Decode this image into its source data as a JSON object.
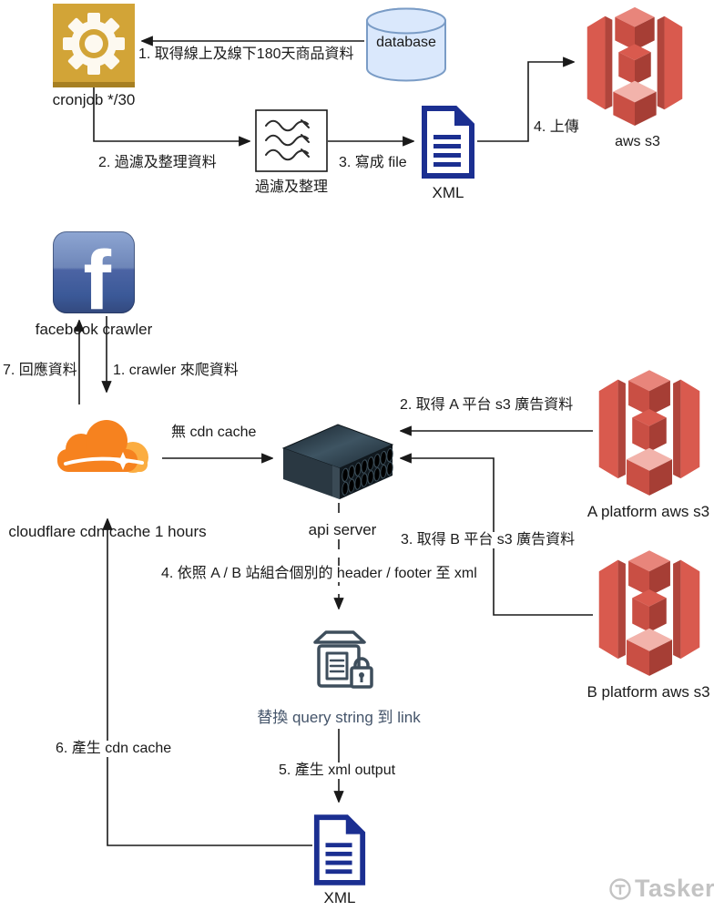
{
  "diagram_type": "flow-diagram",
  "nodes": {
    "cronjob": {
      "label": "cronjob */30",
      "icon": "gear-icon"
    },
    "database": {
      "label": "database",
      "icon": "database-cylinder-icon"
    },
    "filter": {
      "label": "過濾及整理",
      "icon": "filter-waves-icon"
    },
    "xml_top": {
      "label": "XML",
      "icon": "xml-document-icon"
    },
    "aws_s3": {
      "label": "aws s3",
      "icon": "aws-s3-icon"
    },
    "facebook": {
      "label": "facebook crawler",
      "glyph": "f",
      "icon": "facebook-icon"
    },
    "cloudflare": {
      "label": "cloudflare cdn cache 1 hours",
      "icon": "cloudflare-icon"
    },
    "api_server": {
      "label": "api server",
      "icon": "server-icon"
    },
    "a_platform_s3": {
      "label": "A platform aws s3",
      "icon": "aws-s3-icon"
    },
    "b_platform_s3": {
      "label": "B platform aws s3",
      "icon": "aws-s3-icon"
    },
    "query_replace": {
      "label": "替換 query string 到 link",
      "icon": "archive-lock-icon"
    },
    "xml_bottom": {
      "label": "XML",
      "icon": "xml-document-icon"
    }
  },
  "edges": {
    "fetch_products": {
      "label": "1. 取得線上及線下180天商品資料"
    },
    "filter_data": {
      "label": "2. 過濾及整理資料"
    },
    "write_file": {
      "label": "3. 寫成 file"
    },
    "upload": {
      "label": "4. 上傳"
    },
    "crawler_fetch": {
      "label": "1. crawler 來爬資料"
    },
    "respond_data": {
      "label": "7. 回應資料"
    },
    "no_cdn_cache": {
      "label": "無 cdn cache"
    },
    "fetch_a_ads": {
      "label": "2. 取得 A 平台 s3 廣告資料"
    },
    "fetch_b_ads": {
      "label": "3. 取得 B 平台 s3 廣告資料"
    },
    "compose_header_footer": {
      "label": "4. 依照 A / B 站組合個別的 header / footer 至 xml"
    },
    "generate_xml_output": {
      "label": "5. 產生 xml output"
    },
    "generate_cdn_cache": {
      "label": "6. 產生 cdn cache"
    }
  },
  "watermark": {
    "brand": "Tasker"
  },
  "colors": {
    "gear_gold": "#D2A437",
    "database_fill": "#DAE8FC",
    "database_border": "#7A9CC6",
    "xml_navy": "#1B2F91",
    "s3_red": "#D95A4E",
    "s3_red_dark": "#A63E35",
    "cloudflare_orange": "#F6821F",
    "cloudflare_light_orange": "#FBAD41",
    "facebook_blue": "#3B5998",
    "server_dark": "#1E2B33",
    "query_label_slate": "#44546A",
    "watermark_gray": "#C3C3C3",
    "line_black": "#1A1A1A"
  }
}
